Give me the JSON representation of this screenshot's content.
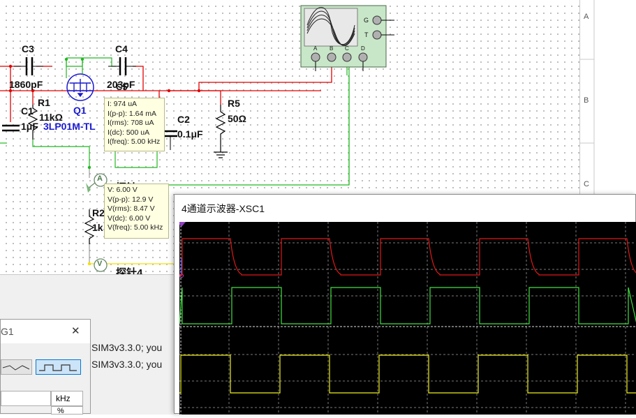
{
  "schematic": {
    "components": {
      "c3": {
        "name": "C3",
        "value": "1860pF"
      },
      "c4": {
        "name": "C4",
        "value": "203pF"
      },
      "c5": {
        "name": "C5"
      },
      "c1": {
        "name": "C1",
        "value": "1μF"
      },
      "r1": {
        "name": "R1",
        "value": "11kΩ"
      },
      "q1": {
        "name": "Q1",
        "part": "3LP01M-TL"
      },
      "c2": {
        "name": "C2",
        "value": "0.1μF"
      },
      "r5": {
        "name": "R5",
        "value": "50Ω"
      },
      "r2": {
        "name": "R2",
        "value": "1k"
      }
    },
    "probe2_label": "探针2",
    "probe4_label": "探针4",
    "probe_a_symbol": "A",
    "probe_v_symbol": "V",
    "scope_terminals": [
      "A",
      "B",
      "C",
      "D"
    ],
    "scope_side_terminals": [
      "G",
      "T"
    ],
    "border_letters": [
      "A",
      "B",
      "C"
    ]
  },
  "current_probe": {
    "lines": [
      "I: 974 uA",
      "I(p-p): 1.64 mA",
      "I(rms): 708 uA",
      "I(dc): 500 uA",
      "I(freq): 5.00 kHz"
    ]
  },
  "voltage_probe": {
    "lines": [
      "V: 6.00 V",
      "V(p-p): 12.9 V",
      "V(rms): 8.47 V",
      "V(dc): 6.00 V",
      "V(freq): 5.00 kHz"
    ]
  },
  "func_gen_window": {
    "title_fragment": "G1",
    "close_label": "✕",
    "unit_label": "kHz",
    "unit_label2": "%"
  },
  "console_lines": [
    "SIM3v3.3.0; you",
    "SIM3v3.3.0; you"
  ],
  "scope_window": {
    "title": "4通道示波器-XSC1"
  },
  "colors": {
    "wire_red": "#e00000",
    "wire_green": "#22b822",
    "wire_yellow": "#f2e000",
    "wire_blue": "#0000ff",
    "trace_red": "#e01818",
    "trace_green": "#40e040",
    "trace_yellow": "#f0f020"
  }
}
